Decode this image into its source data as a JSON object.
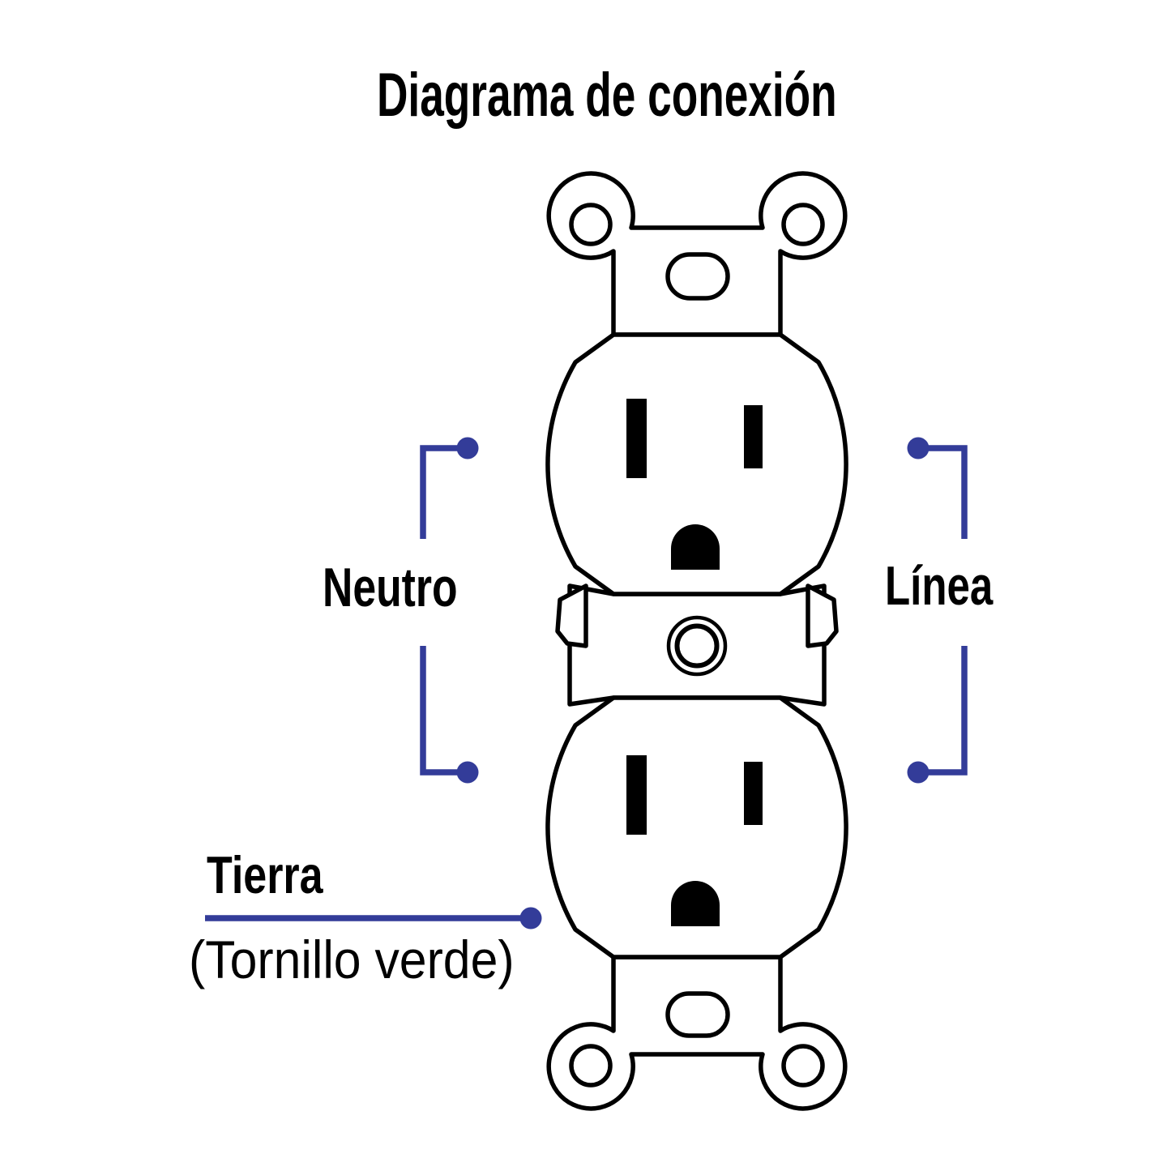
{
  "title": "Diagrama de conexión",
  "callouts": {
    "neutral": {
      "label": "Neutro",
      "side": "left"
    },
    "line": {
      "label": "Línea",
      "side": "right"
    },
    "ground": {
      "label": "Tierra",
      "note": "(Tornillo verde)",
      "side": "bottom-left"
    }
  },
  "diagram": {
    "subject": "duplex-receptacle-front-view",
    "terminals": [
      {
        "name": "neutro",
        "marked_points": 2
      },
      {
        "name": "linea",
        "marked_points": 2
      },
      {
        "name": "tierra",
        "marked_points": 1
      }
    ]
  },
  "colors": {
    "accent_blue": "#333C99",
    "line_art": "#000000",
    "background": "#ffffff"
  }
}
